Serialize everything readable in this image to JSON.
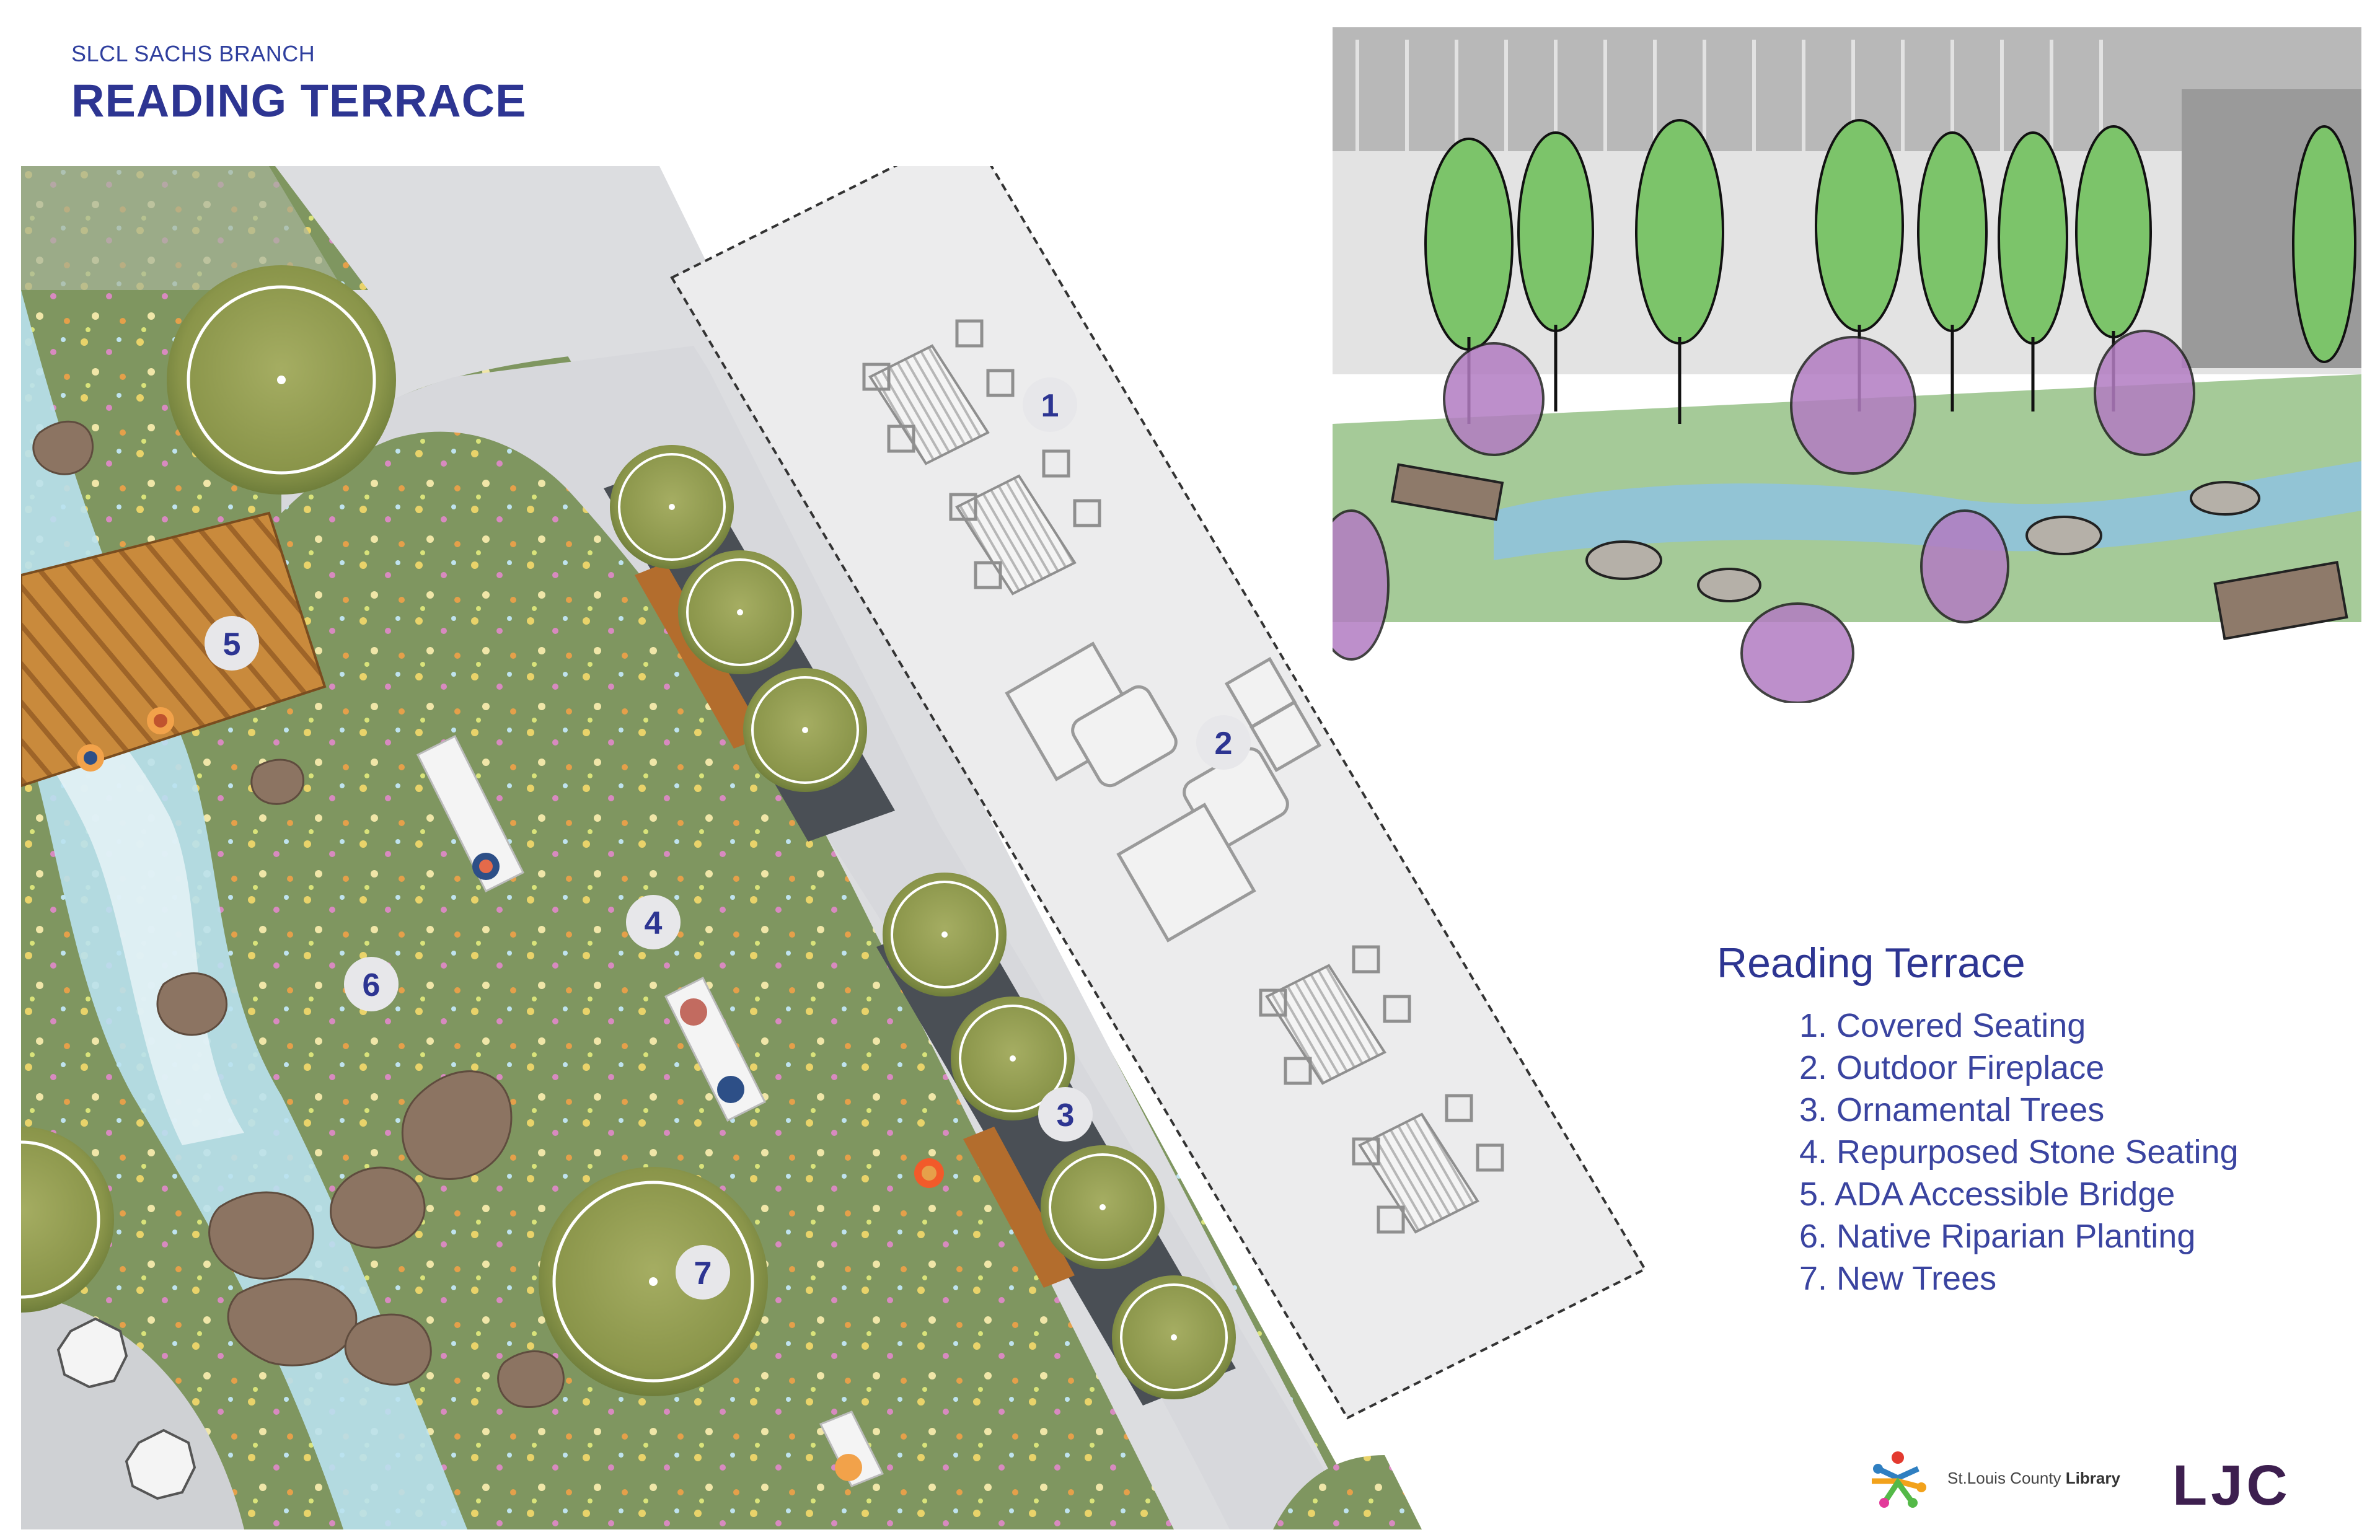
{
  "header": {
    "eyebrow": "SLCL SACHS BRANCH",
    "title": "READING TERRACE"
  },
  "plan_markers": [
    {
      "number": "1"
    },
    {
      "number": "2"
    },
    {
      "number": "3"
    },
    {
      "number": "4"
    },
    {
      "number": "5"
    },
    {
      "number": "6"
    },
    {
      "number": "7"
    }
  ],
  "legend": {
    "title": "Reading Terrace",
    "items": [
      "1. Covered Seating",
      "2. Outdoor Fireplace",
      "3. Ornamental Trees",
      "4. Repurposed Stone Seating",
      "5. ADA Accessible Bridge",
      "6. Native Riparian Planting",
      "7. New Trees"
    ]
  },
  "logos": {
    "library_prefix": "St.Louis County ",
    "library_bold": "Library",
    "firm": "LJC"
  },
  "colors": {
    "title_blue": "#2d3592",
    "tree_olive": "#8e9a4c",
    "planting_green": "#6e8a5a",
    "water_blue": "#9fd4e6",
    "path_gray": "#dcdde0",
    "bridge_wood": "#c98a3c",
    "firm_purple": "#3d1f4f"
  }
}
